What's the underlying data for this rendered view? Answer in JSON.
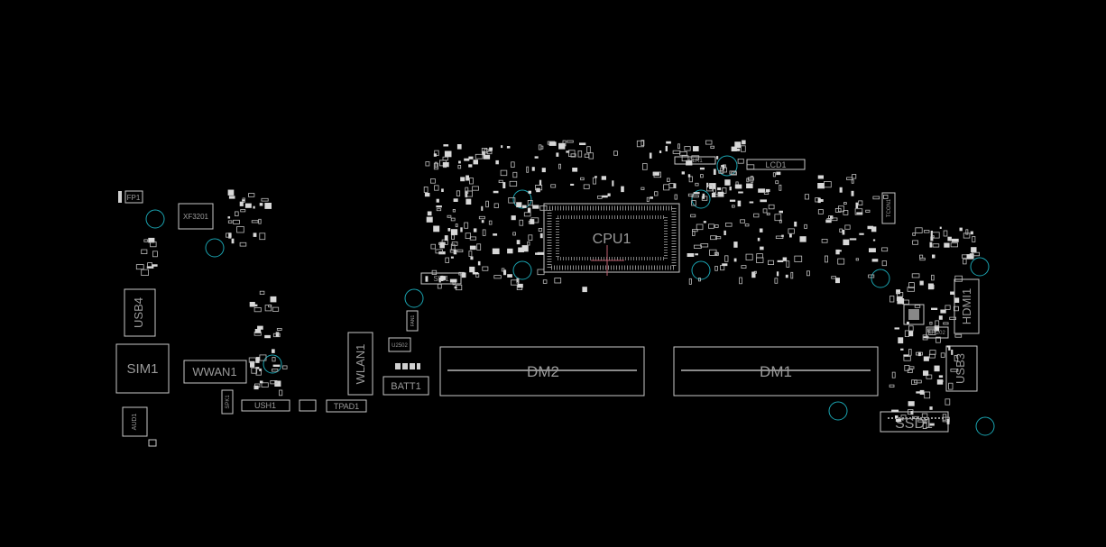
{
  "labels": {
    "cpu": "CPU1",
    "dm1": "DM1",
    "dm2": "DM2",
    "ssd": "SSD1",
    "hdmi": "HDMI1",
    "usb3": "USB3",
    "usb4": "USB4",
    "sim": "SIM1",
    "wwan": "WWAN1",
    "wlan": "WLAN1",
    "batt": "BATT1",
    "tpad": "TPAD1",
    "usb1": "USH1",
    "aud": "AUD1",
    "fp": "FP1",
    "xf": "XF3201",
    "spi": "SPI1",
    "lcd": "LCD1",
    "cam": "CLR1",
    "u2502": "U2502",
    "u7202": "U7202",
    "fan": "FAN1",
    "typec": "TCON1",
    "spk": "SPK1"
  },
  "colors": {
    "background": "#000000",
    "outline": "#c8c8c8",
    "mounting_hole": "#1aa3b0"
  }
}
